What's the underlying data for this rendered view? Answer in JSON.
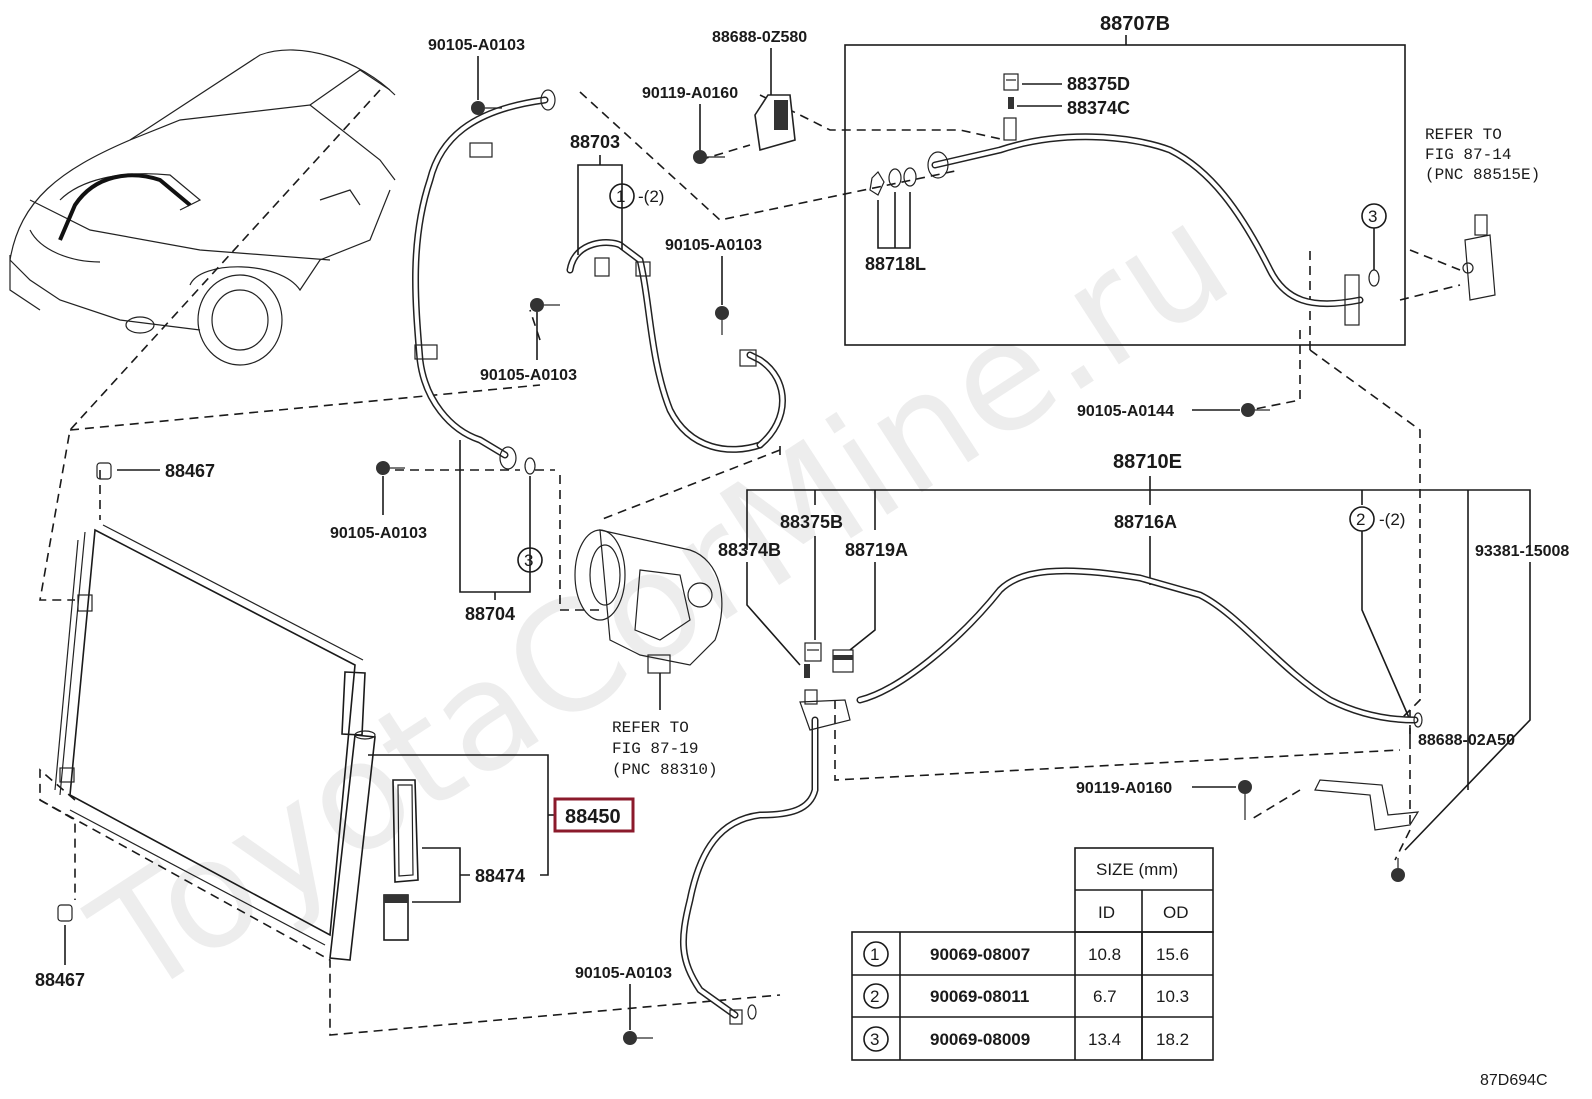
{
  "watermark": "ToyotaCorMine.ru",
  "figure_id": "87D694C",
  "parts": {
    "p88707B": "88707B",
    "p88688_0Z580": "88688-0Z580",
    "p90105_A0103_top": "90105-A0103",
    "p90119_A0160_top": "90119-A0160",
    "p88375D": "88375D",
    "p88374C": "88374C",
    "p88703": "88703",
    "p88718L": "88718L",
    "p90105_A0103_mid": "90105-A0103",
    "p90105_A0103_left": "90105-A0103",
    "p90105_A0144": "90105-A0144",
    "p88467_top": "88467",
    "p90105_A0103_b": "90105-A0103",
    "p88704": "88704",
    "p88710E": "88710E",
    "p88375B": "88375B",
    "p88374B": "88374B",
    "p88716A": "88716A",
    "p88719A": "88719A",
    "p93381_15008": "93381-15008",
    "p88688_02A50": "88688-02A50",
    "p90119_A0160_bot": "90119-A0160",
    "p88450": "88450",
    "p88474": "88474",
    "p88467_bot": "88467",
    "p90105_A0103_bot": "90105-A0103"
  },
  "callout_markers": {
    "c1": "1",
    "c1_qty": "-(2)",
    "c2": "2",
    "c2_qty": "-(2)",
    "c3a": "3",
    "c3b": "3"
  },
  "refer_notes": {
    "compressor": [
      "REFER TO",
      "FIG 87-19",
      "(PNC 88310)"
    ],
    "valve": [
      "REFER TO",
      "FIG 87-14",
      "(PNC 88515E)"
    ]
  },
  "oring_table": {
    "header": "SIZE (mm)",
    "col_id": "ID",
    "col_od": "OD",
    "rows": [
      {
        "key": "1",
        "part": "90069-08007",
        "id": "10.8",
        "od": "15.6"
      },
      {
        "key": "2",
        "part": "90069-08011",
        "id": "6.7",
        "od": "10.3"
      },
      {
        "key": "3",
        "part": "90069-08009",
        "id": "13.4",
        "od": "18.2"
      }
    ]
  },
  "highlight_color": "#8b1a2b"
}
